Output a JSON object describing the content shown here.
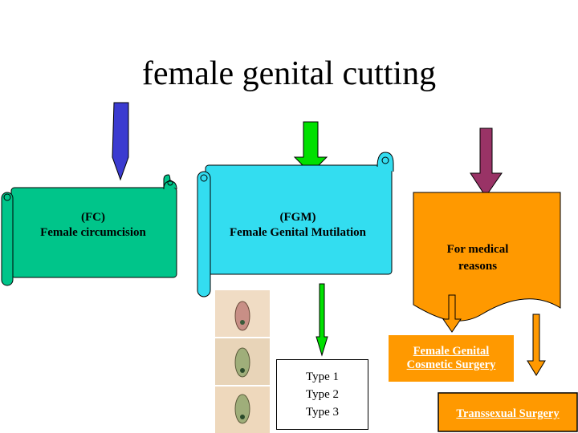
{
  "title": "female genital cutting",
  "scroll_fc": {
    "abbr": "(FC)",
    "label": "Female circumcision"
  },
  "scroll_fgm": {
    "abbr": "(FGM)",
    "label": "Female Genital Mutilation"
  },
  "wave_medical": {
    "line1": "For medical",
    "line2": "reasons"
  },
  "types": [
    "Type 1",
    "Type 2",
    "Type 3"
  ],
  "cosmetic": {
    "line1": "Female Genital",
    "line2": "Cosmetic Surgery"
  },
  "transsexual": {
    "label": "Transsexual Surgery"
  },
  "colors": {
    "fc_scroll": "#00c58a",
    "fgm_scroll": "#33ddf0",
    "medical_wave": "#ff9900",
    "arrow_blue": "#3b3bd0",
    "arrow_green": "#00e000",
    "arrow_maroon": "#993366",
    "arrow_orange": "#ff9900",
    "transsexual_box": "#ff9900"
  }
}
